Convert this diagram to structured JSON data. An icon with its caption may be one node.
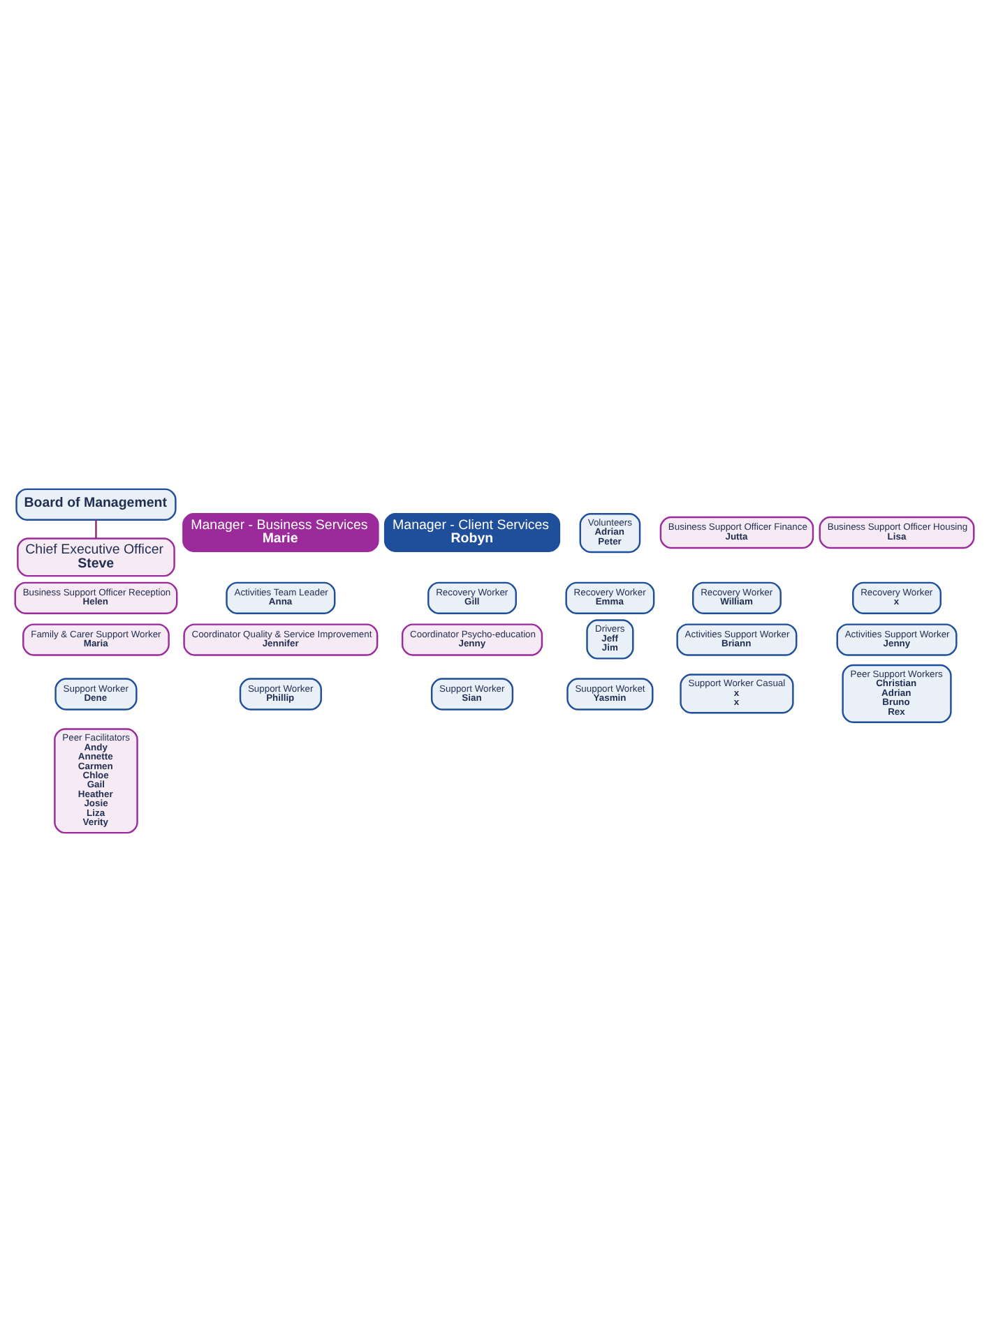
{
  "diagram": {
    "nodes": [
      {
        "text": [
          "Board of Management"
        ]
      },
      {
        "text": [
          "Chief Executive Officer",
          "Steve"
        ]
      },
      {
        "text": [
          "Manager - Business Services",
          "Marie"
        ]
      },
      {
        "text": [
          "Manager - Client Services",
          "Robyn"
        ]
      },
      {
        "text": [
          "Volunteers",
          "Adrian",
          "Peter"
        ]
      },
      {
        "text": [
          "Business Support Officer Finance",
          "Jutta"
        ]
      },
      {
        "text": [
          "Business Support Officer Housing",
          "Lisa"
        ]
      },
      {
        "text": [
          "Business Support Officer Reception",
          "Helen"
        ]
      },
      {
        "text": [
          "Activities Team Leader",
          "Anna"
        ]
      },
      {
        "text": [
          "Recovery Worker",
          "Gill"
        ]
      },
      {
        "text": [
          "Recovery Worker",
          "Emma"
        ]
      },
      {
        "text": [
          "Recovery Worker",
          "William"
        ]
      },
      {
        "text": [
          "Recovery Worker",
          "x"
        ]
      },
      {
        "text": [
          "Family & Carer Support Worker",
          "Maria"
        ]
      },
      {
        "text": [
          "Coordinator Quality & Service Improvement",
          "Jennifer"
        ]
      },
      {
        "text": [
          "Coordinator Psycho-education",
          "Jenny"
        ]
      },
      {
        "text": [
          "Drivers",
          "Jeff",
          "Jim"
        ]
      },
      {
        "text": [
          "Activities Support Worker",
          "Briann"
        ]
      },
      {
        "text": [
          "Activities Support Worker",
          "Jenny"
        ]
      },
      {
        "text": [
          "Support Worker",
          "Dene"
        ]
      },
      {
        "text": [
          "Support Worker",
          "Phillip"
        ]
      },
      {
        "text": [
          "Support Worker",
          "Sian"
        ]
      },
      {
        "text": [
          "Suupport Worket",
          "Yasmin"
        ]
      },
      {
        "text": [
          "Support Worker Casual",
          "x",
          "x"
        ]
      },
      {
        "text": [
          "Peer Support Workers",
          "Christian",
          "Adrian",
          "Bruno",
          "Rex"
        ]
      },
      {
        "text": [
          "Peer Facilitators",
          "Andy",
          "Annette",
          "Carmen",
          "Chloe",
          "Gail",
          "Heather",
          "Josie",
          "Liza",
          "Verity"
        ]
      }
    ],
    "edges": [
      {
        "from": 0,
        "to": 1,
        "arrow": "none",
        "color": "#8b2a6e"
      }
    ]
  }
}
